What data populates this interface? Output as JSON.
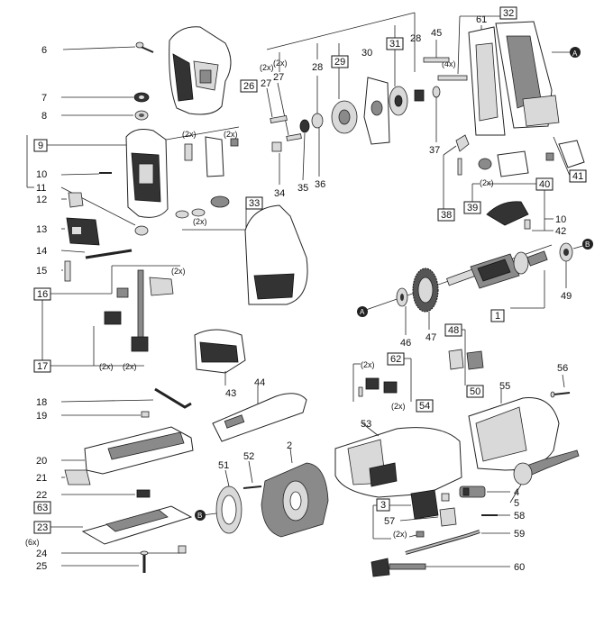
{
  "diagram": {
    "labels": {
      "l1": "1",
      "l2": "2",
      "l3": "3",
      "l4": "4",
      "l5": "5",
      "l6": "6",
      "l7": "7",
      "l8": "8",
      "l9": "9",
      "l10a": "10",
      "l10b": "10",
      "l11": "11",
      "l12": "12",
      "l13": "13",
      "l14": "14",
      "l15": "15",
      "l16": "16",
      "l17": "17",
      "l18": "18",
      "l19": "19",
      "l20": "20",
      "l21": "21",
      "l22": "22",
      "l23": "23",
      "l24": "24",
      "l25": "25",
      "l26": "26",
      "l27a": "27",
      "l27b": "27",
      "l28a": "28",
      "l28b": "28",
      "l29": "29",
      "l30": "30",
      "l31": "31",
      "l32": "32",
      "l33": "33",
      "l34": "34",
      "l35": "35",
      "l36": "36",
      "l37": "37",
      "l38": "38",
      "l39": "39",
      "l40": "40",
      "l41": "41",
      "l42": "42",
      "l43": "43",
      "l44": "44",
      "l45": "45",
      "l46": "46",
      "l47": "47",
      "l48": "48",
      "l49": "49",
      "l50": "50",
      "l51": "51",
      "l52": "52",
      "l53": "53",
      "l54": "54",
      "l55": "55",
      "l56": "56",
      "l57": "57",
      "l58": "58",
      "l59": "59",
      "l60": "60",
      "l61": "61",
      "l62": "62",
      "l63": "63"
    },
    "qty": {
      "q2x_27": "(2x)",
      "q2x_27b": "(2x)",
      "q4x_45": "(4x)",
      "q2x_9a": "(2x)",
      "q2x_9b": "(2x)",
      "q2x_33": "(2x)",
      "q2x_16": "(2x)",
      "q2x_17a": "(2x)",
      "q2x_17b": "(2x)",
      "q2x_39": "(2x)",
      "q2x_62": "(2x)",
      "q2x_54": "(2x)",
      "q2x_57": "(2x)",
      "q6x_24": "(6x)"
    },
    "markers": {
      "a": "A",
      "b": "B"
    }
  }
}
